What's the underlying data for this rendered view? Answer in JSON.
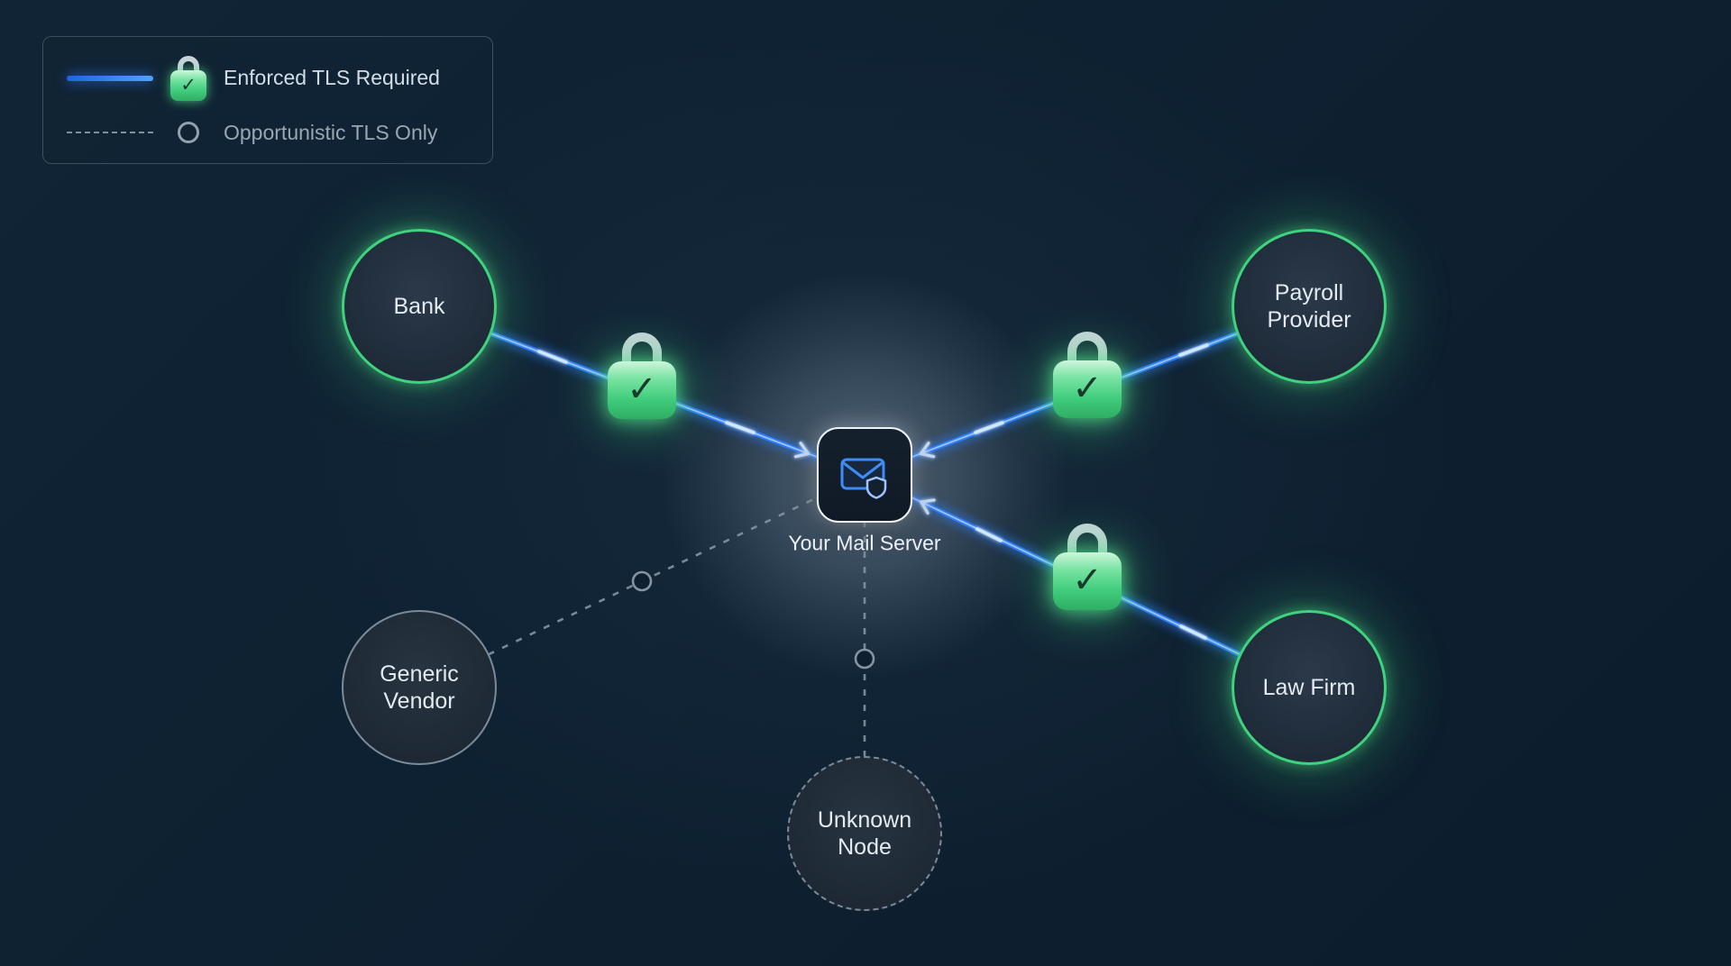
{
  "colors": {
    "background": "#0d1f2f",
    "enforced_blue": "#2f7df6",
    "secure_green": "#47d98a",
    "neutral_gray": "#8494a3",
    "text_primary": "#e2e9f0"
  },
  "icons": {
    "lock_check": "✓"
  },
  "legend": {
    "enforced_label": "Enforced TLS Required",
    "opportunistic_label": "Opportunistic TLS Only"
  },
  "center_node": {
    "label": "Your Mail Server"
  },
  "nodes": [
    {
      "label": "Bank",
      "connection": "enforced-tls"
    },
    {
      "label": "Payroll Provider",
      "connection": "enforced-tls"
    },
    {
      "label": "Law Firm",
      "connection": "enforced-tls"
    },
    {
      "label": "Generic Vendor",
      "connection": "opportunistic-tls"
    },
    {
      "label": "Unknown Node",
      "connection": "opportunistic-tls"
    }
  ]
}
